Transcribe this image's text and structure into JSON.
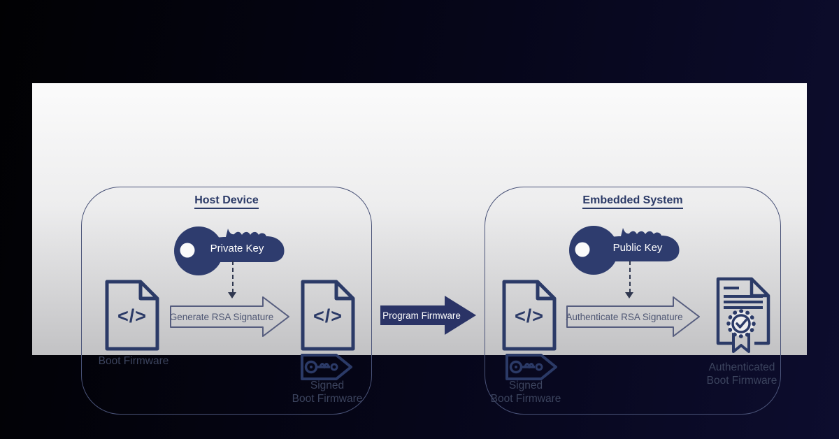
{
  "background": {
    "gradient_left": "#010103",
    "gradient_right": "#0d0d2e"
  },
  "panel": {
    "bg_top": "#fbfbfb",
    "bg_bottom": "#c2c2c4"
  },
  "colors": {
    "diagram_navy": "#2b3a67",
    "key_fill": "#2e3c6e",
    "solid_arrow_fill": "#2a3366",
    "outline_arrow_stroke": "#565d7e",
    "muted_text": "#4e5673"
  },
  "host_device": {
    "title": "Host Device",
    "key_label": "Private Key",
    "code_glyph": "</>",
    "input_doc_label": "Boot Firmware",
    "process_arrow_label": "Generate RSA Signature",
    "output_doc_label_line1": "Signed",
    "output_doc_label_line2": "Boot Firmware"
  },
  "transfer_arrow": {
    "label": "Program Firmware"
  },
  "embedded_system": {
    "title": "Embedded System",
    "key_label": "Public Key",
    "code_glyph": "</>",
    "input_doc_label_line1": "Signed",
    "input_doc_label_line2": "Boot Firmware",
    "process_arrow_label": "Authenticate RSA Signature",
    "output_doc_label_line1": "Authenticated",
    "output_doc_label_line2": "Boot Firmware"
  }
}
